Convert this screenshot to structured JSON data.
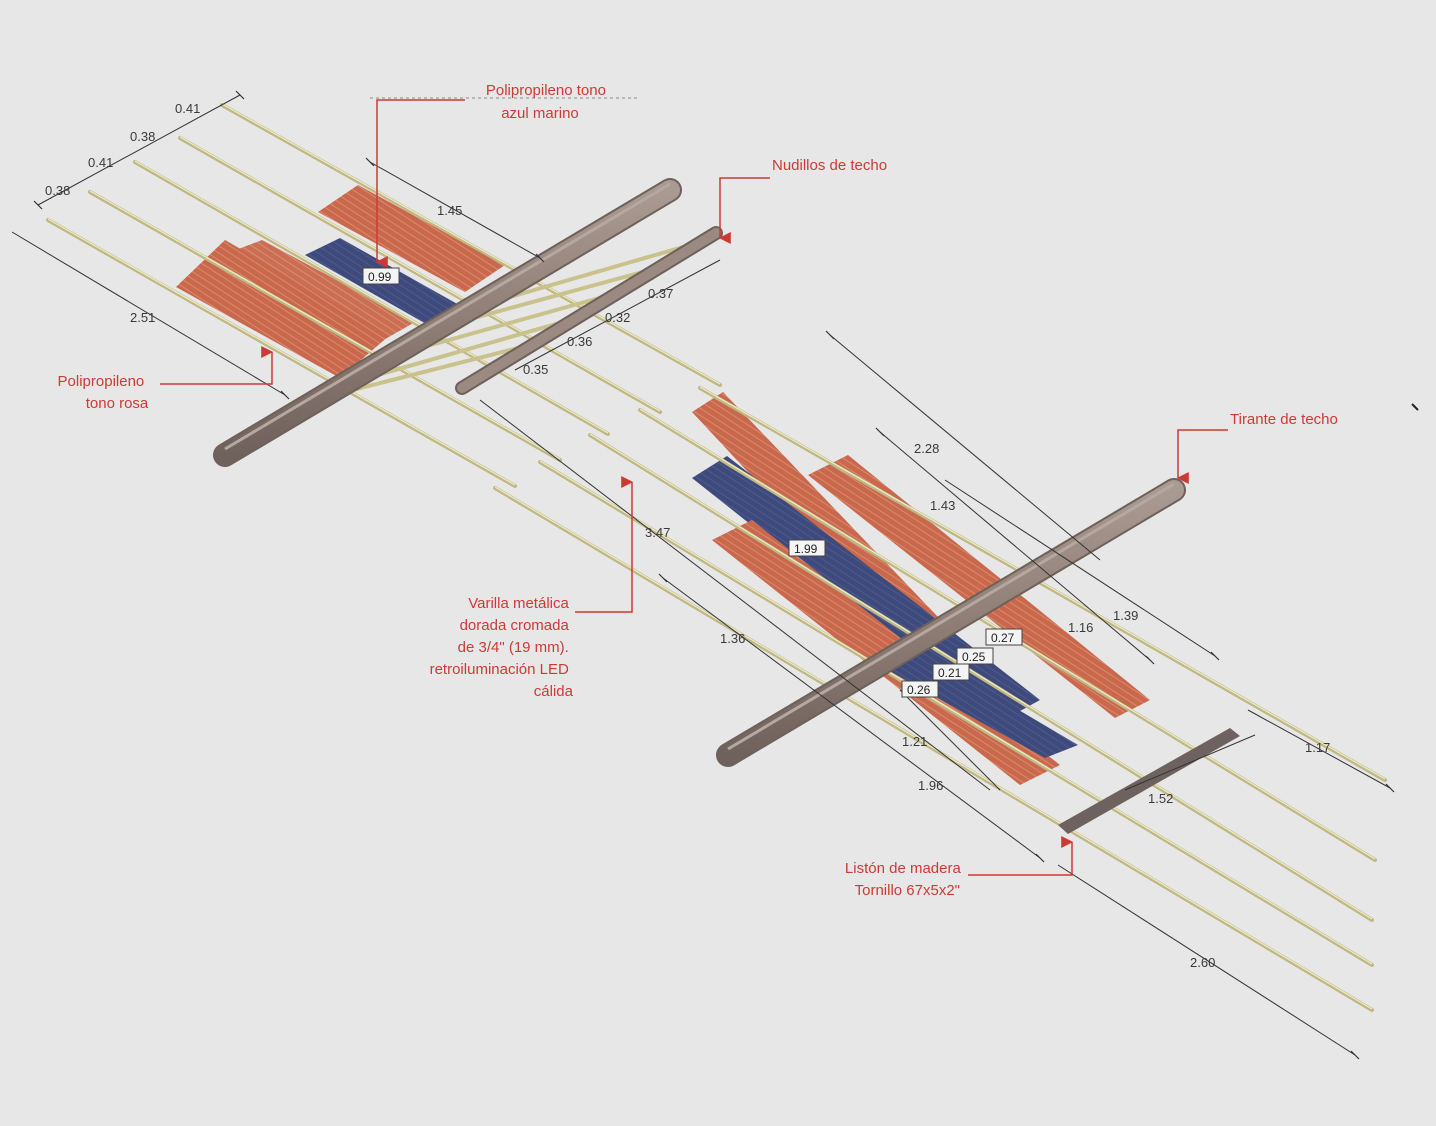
{
  "labels": {
    "polipropileno_azul": [
      "Polipropileno tono",
      "azul marino"
    ],
    "nudillos": [
      "Nudillos de techo"
    ],
    "polipropileno_rosa": [
      "Polipropileno",
      "tono rosa"
    ],
    "tirante": [
      "Tirante de techo"
    ],
    "varilla": [
      "Varilla metálica",
      "dorada cromada",
      "de 3/4\" (19 mm).",
      "retroiluminación LED",
      "cálida"
    ],
    "liston": [
      "Listón de madera",
      "Tornillo 67x5x2\""
    ]
  },
  "dimensions": {
    "spacing_041_top": "0.41",
    "spacing_038_top": "0.38",
    "spacing_041": "0.41",
    "spacing_038": "0.38",
    "len_145": "1.45",
    "len_251": "2.51",
    "box_099": "0.99",
    "sp_037": "0.37",
    "sp_032": "0.32",
    "sp_036": "0.36",
    "sp_035": "0.35",
    "len_228": "2.28",
    "len_143": "1.43",
    "len_347": "3.47",
    "box_199": "1.99",
    "len_136": "1.36",
    "len_139": "1.39",
    "len_116": "1.16",
    "box_027": "0.27",
    "box_025": "0.25",
    "box_021": "0.21",
    "box_026": "0.26",
    "len_121": "1.21",
    "len_196": "1.96",
    "len_117": "1.17",
    "len_152": "1.52",
    "len_260": "2.60"
  },
  "colors": {
    "background": "#e7e7e7",
    "pink_polypropylene": "#c9684c",
    "navy_polypropylene": "#3e4a7c",
    "beam": "#8f7e76",
    "rod": "#d4ce9a",
    "annotation": "#cc3a36",
    "dimension_line": "#333333"
  }
}
